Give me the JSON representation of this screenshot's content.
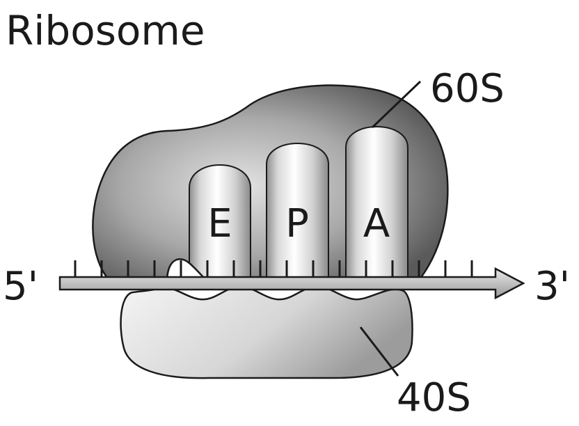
{
  "title": "Ribosome",
  "subunits": {
    "large": "60S",
    "small": "40S"
  },
  "sites": [
    "E",
    "P",
    "A"
  ],
  "mrna": {
    "five_prime": "5'",
    "three_prime": "3'"
  },
  "colors": {
    "outline": "#1a1a1a",
    "large_subunit_dark": "#5e5e5e",
    "large_subunit_light": "#d9d9d9",
    "site_light": "#ffffff",
    "site_dark": "#9a9a9a",
    "mrna_fill": "#c8c8c8"
  }
}
